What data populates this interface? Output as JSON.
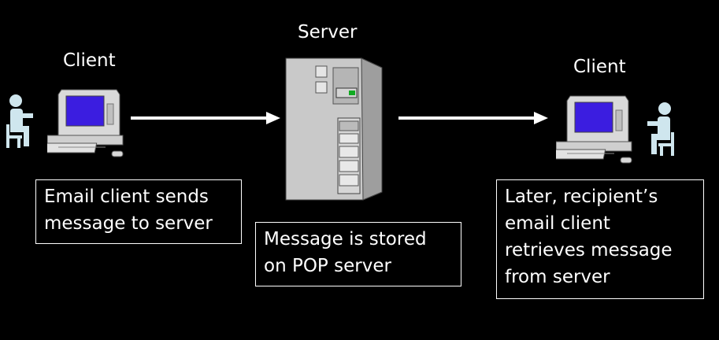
{
  "nodes": {
    "client_left_title": "Client",
    "server_title": "Server",
    "client_right_title": "Client"
  },
  "boxes": {
    "send_lines": [
      "Email client sends",
      "message to server"
    ],
    "store_lines": [
      "Message is stored",
      "on POP server"
    ],
    "retrieve_lines": [
      "Later, recipient’s",
      "email client",
      "retrieves message",
      "from  server"
    ]
  },
  "icons": {
    "left_person": "seated-person-icon",
    "left_computer": "desktop-computer-icon",
    "server": "server-tower-icon",
    "right_computer": "desktop-computer-icon",
    "right_person": "seated-person-icon",
    "arrow": "right-arrow-icon"
  },
  "colors": {
    "background": "#000000",
    "text": "#ffffff",
    "screen": "#3b1de0",
    "person": "#cfe6ee",
    "computer": "#d9d9d9"
  }
}
